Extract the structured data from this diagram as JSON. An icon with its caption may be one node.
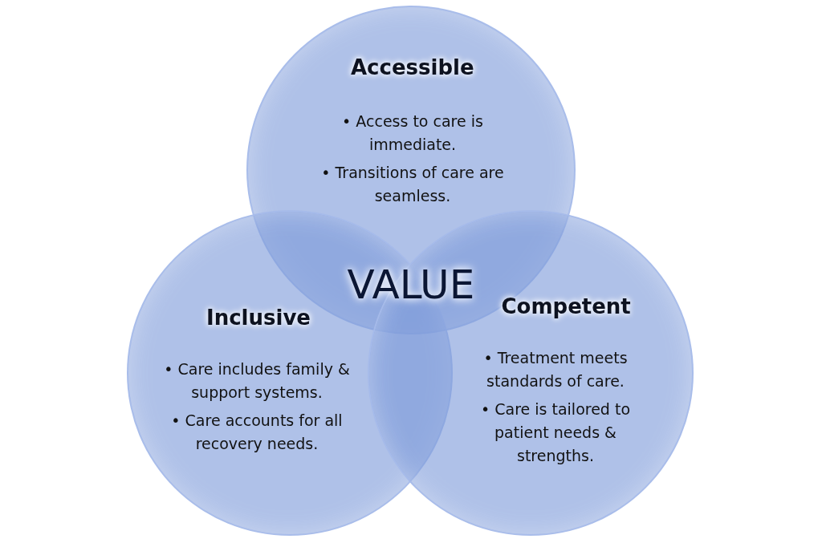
{
  "diagram": {
    "nodes": [
      {
        "text": [
          "Accessible",
          "• Access to care is immediate.",
          "• Transitions of care are seamless."
        ]
      },
      {
        "text": [
          "Inclusive",
          "• Care includes family & support systems.",
          "• Care accounts for all recovery needs."
        ]
      },
      {
        "text": [
          "Competent",
          "• Treatment meets standards of care.",
          "• Care is tailored to patient needs & strengths."
        ]
      }
    ],
    "labels": [
      "VALUE"
    ]
  }
}
